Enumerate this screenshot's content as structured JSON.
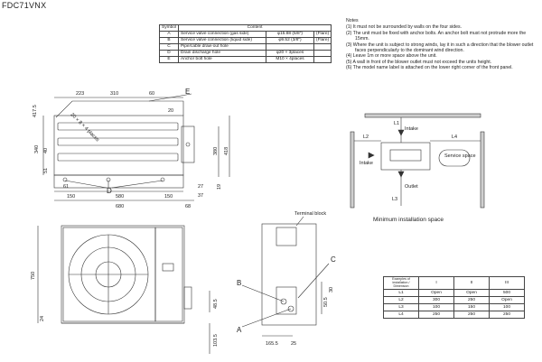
{
  "title": "FDC71VNX",
  "symbol_table": {
    "headers": [
      "Symbol",
      "Content"
    ],
    "rows": [
      {
        "symbol": "A",
        "content": "Service valve connection (gas side)",
        "value": "φ15.88 (5/8\")",
        "type": "(Flare)"
      },
      {
        "symbol": "B",
        "content": "Service valve connection (liquid side)",
        "value": "φ9.52 (3/8\")",
        "type": "(Flare)"
      },
      {
        "symbol": "C",
        "content": "Pipe/cable draw-out hole",
        "value": "",
        "type": ""
      },
      {
        "symbol": "D",
        "content": "Drain discharge hole",
        "value": "φ20 × 3places",
        "type": ""
      },
      {
        "symbol": "E",
        "content": "Anchor bolt hole",
        "value": "M10 × 4places",
        "type": ""
      }
    ]
  },
  "notes": {
    "title": "Notes",
    "items": [
      "(1) It must not be surrounded by walls on the four sides.",
      "(2) The unit must be fixed with anchor bolts. An anchor bolt must not protrude more the 15mm.",
      "(3) Where the unit is subject to strong winds, lay it in such a direction that the blower outlet faces perpendicularly to the dominant wind direction.",
      "(4) Leave 1m or more space above the unit.",
      "(5) A wall in front of the blower outlet must not exceed the units height.",
      "(6) The model name label is attached on the lower right corner of the front panel."
    ]
  },
  "top_view": {
    "dims": [
      "223",
      "310",
      "60",
      "417.5",
      "20",
      "340",
      "40",
      "51",
      "61",
      "150",
      "580",
      "150",
      "27",
      "37",
      "19",
      "680",
      "68",
      "380",
      "418",
      "20 × 8 × 4 places"
    ],
    "labels": [
      "E",
      "D"
    ]
  },
  "front_view": {
    "dims": [
      "750",
      "24",
      "48.5",
      "103.5"
    ]
  },
  "side_view": {
    "terminal_block": "Terminal block",
    "dims": [
      "165.5",
      "25",
      "50.5",
      "30"
    ],
    "labels": [
      "A",
      "B",
      "C"
    ]
  },
  "installation": {
    "caption": "Minimum installation space",
    "labels": {
      "intake_top": "Intake",
      "intake_left": "Intake",
      "outlet": "Outlet",
      "service": "Service\nspace",
      "l1": "L1",
      "l2": "L2",
      "l3": "L3",
      "l4": "L4"
    }
  },
  "space_table": {
    "header_corner": "Examples of installation / Dimension",
    "cols": [
      "I",
      "II",
      "III"
    ],
    "rows": [
      {
        "dim": "L1",
        "values": [
          "Open",
          "Open",
          "500"
        ]
      },
      {
        "dim": "L2",
        "values": [
          "300",
          "250",
          "Open"
        ]
      },
      {
        "dim": "L3",
        "values": [
          "100",
          "150",
          "100"
        ]
      },
      {
        "dim": "L4",
        "values": [
          "250",
          "250",
          "250"
        ]
      }
    ]
  }
}
